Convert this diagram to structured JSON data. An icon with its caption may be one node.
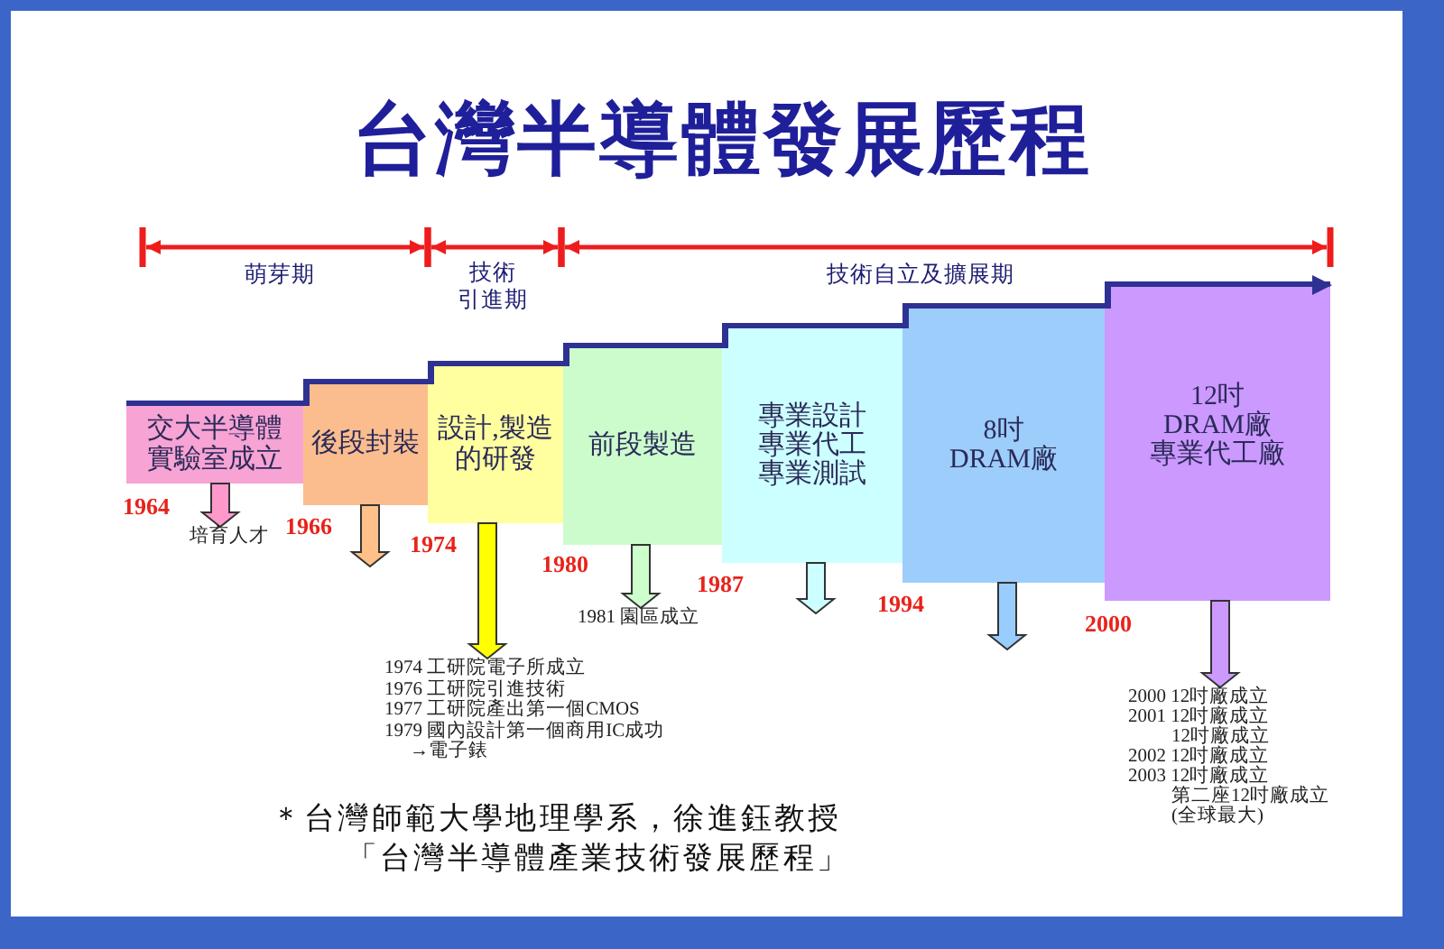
{
  "diagram": {
    "title": "台灣半導體發展歷程",
    "nodes": [
      {
        "text": [
          "交大半導體實驗室成立"
        ],
        "beside": [
          "1964"
        ]
      },
      {
        "text": [
          "後段封裝"
        ],
        "beside": [
          "1966"
        ]
      },
      {
        "text": [
          "設計,製造的研發"
        ],
        "beside": [
          "1974"
        ]
      },
      {
        "text": [
          "前段製造"
        ],
        "beside": [
          "1980"
        ]
      },
      {
        "text": [
          "專業設計",
          "專業代工",
          "專業測試"
        ],
        "beside": [
          "1987"
        ]
      },
      {
        "text": [
          "8吋DRAM廠"
        ],
        "beside": [
          "1994"
        ]
      },
      {
        "text": [
          "12吋DRAM廠",
          "專業代工廠"
        ],
        "beside": [
          "2000"
        ]
      },
      {
        "text": [
          "培育人才"
        ]
      },
      {
        "text": [
          "1974 工研院電子所成立",
          "1976 工研院引進技術",
          "1977 工研院產出第一個CMOS",
          "1979 國內設計第一個商用IC成功",
          "→電子錶"
        ]
      },
      {
        "text": [
          "1981 園區成立"
        ]
      },
      {
        "text": [
          "2000 12吋廠成立",
          "2001 12吋廠成立",
          "12吋廠成立",
          "2002 12吋廠成立",
          "2003 12吋廠成立",
          "第二座12吋廠成立",
          "(全球最大)"
        ]
      }
    ],
    "edges": [
      {
        "from": 0,
        "to": 7,
        "arrow": "to",
        "color": "#ff99cc"
      },
      {
        "from": 1,
        "to": null,
        "arrow": "to",
        "color": "#ffc08a"
      },
      {
        "from": 2,
        "to": 8,
        "arrow": "to",
        "color": "#ffff00"
      },
      {
        "from": 3,
        "to": 9,
        "arrow": "to",
        "color": "#ccffcc"
      },
      {
        "from": 4,
        "to": null,
        "arrow": "to",
        "color": "#ccffff"
      },
      {
        "from": 5,
        "to": null,
        "arrow": "to",
        "color": "#99ccff"
      },
      {
        "from": 6,
        "to": 10,
        "arrow": "to",
        "color": "#cc99ff"
      }
    ],
    "labels": [
      "萌芽期",
      "技術引進期",
      "技術自立及擴展期",
      "＊台灣師範大學地理學系，徐進鈺教授",
      "「台灣半導體產業技術發展歷程」"
    ]
  }
}
